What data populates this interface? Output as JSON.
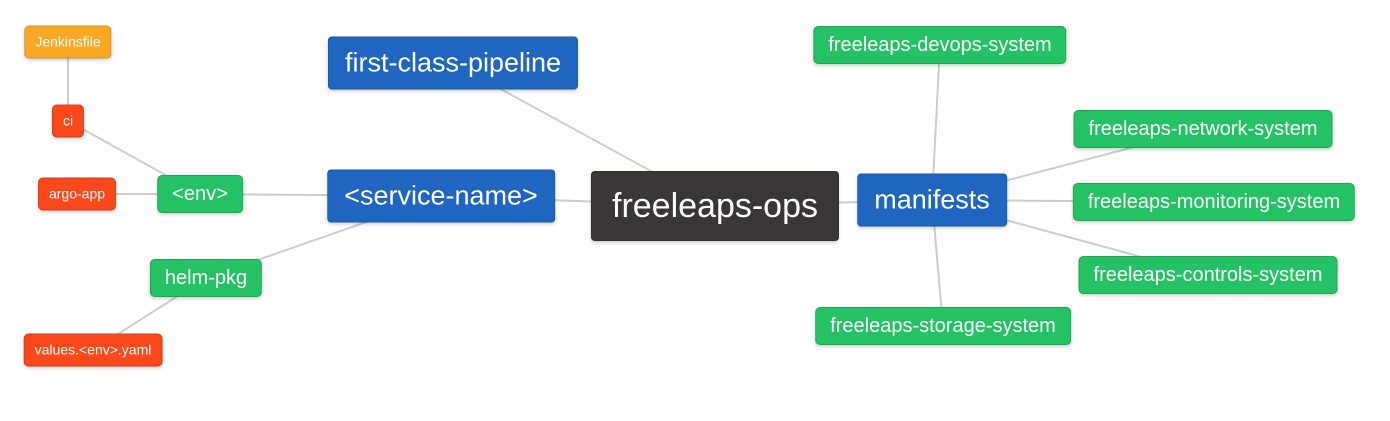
{
  "diagram": {
    "type": "mindmap",
    "root": "freeleaps_ops"
  },
  "colors": {
    "orange": "#F9A825",
    "red": "#F8481C",
    "green": "#24C165",
    "blue": "#2065C0",
    "dark": "#3A3636",
    "edge": "#CCCCCC",
    "text": "#FFFFFF",
    "background": "#FFFFFF"
  },
  "nodes": {
    "jenkinsfile": {
      "label": "Jenkinsfile"
    },
    "ci": {
      "label": "ci"
    },
    "argo_app": {
      "label": "argo-app"
    },
    "env": {
      "label": "<env>"
    },
    "helm_pkg": {
      "label": "helm-pkg"
    },
    "values_yaml": {
      "label": "values.<env>.yaml"
    },
    "first_class_pipeline": {
      "label": "first-class-pipeline"
    },
    "service_name": {
      "label": "<service-name>"
    },
    "freeleaps_ops": {
      "label": "freeleaps-ops"
    },
    "manifests": {
      "label": "manifests"
    },
    "devops_system": {
      "label": "freeleaps-devops-system"
    },
    "network_system": {
      "label": "freeleaps-network-system"
    },
    "monitoring_system": {
      "label": "freeleaps-monitoring-system"
    },
    "controls_system": {
      "label": "freeleaps-controls-system"
    },
    "storage_system": {
      "label": "freeleaps-storage-system"
    }
  },
  "edges": [
    {
      "from": "jenkinsfile",
      "to": "ci"
    },
    {
      "from": "ci",
      "to": "env"
    },
    {
      "from": "argo_app",
      "to": "env"
    },
    {
      "from": "env",
      "to": "service_name"
    },
    {
      "from": "helm_pkg",
      "to": "service_name"
    },
    {
      "from": "values_yaml",
      "to": "helm_pkg"
    },
    {
      "from": "service_name",
      "to": "freeleaps_ops"
    },
    {
      "from": "first_class_pipeline",
      "to": "freeleaps_ops"
    },
    {
      "from": "freeleaps_ops",
      "to": "manifests"
    },
    {
      "from": "manifests",
      "to": "devops_system"
    },
    {
      "from": "manifests",
      "to": "network_system"
    },
    {
      "from": "manifests",
      "to": "monitoring_system"
    },
    {
      "from": "manifests",
      "to": "controls_system"
    },
    {
      "from": "manifests",
      "to": "storage_system"
    }
  ]
}
